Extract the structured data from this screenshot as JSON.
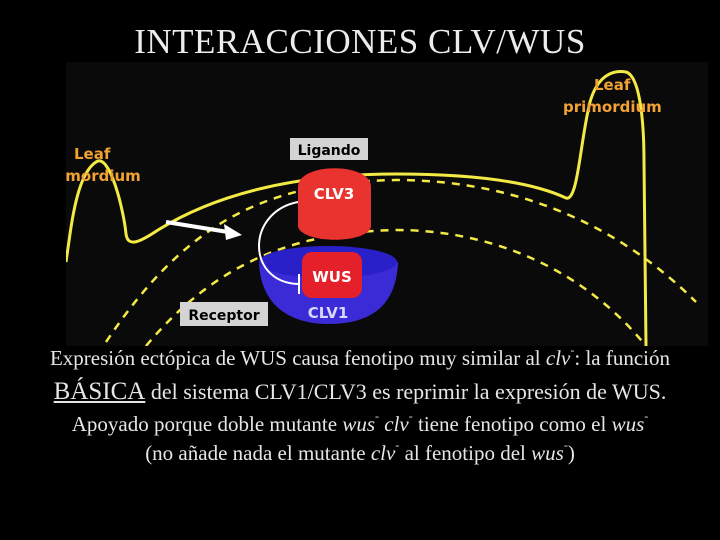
{
  "title": "INTERACCIONES CLV/WUS",
  "diagram": {
    "leaf_left_1": "Leaf",
    "leaf_left_2": "primordium",
    "leaf_right_1": "Leaf",
    "leaf_right_2": "primordium",
    "ligand_label": "Ligando",
    "receptor_label": "Receptor",
    "clv3": "CLV3",
    "wus": "WUS",
    "clv1": "CLV1",
    "colors": {
      "outline_yellow": "#f3ea46",
      "leaf_text_orange": "#f2a233",
      "clv3_red": "#e8332e",
      "wus_red": "#e4202a",
      "clv1_blue": "#3a2bd6",
      "label_box": "#d4d4d4"
    }
  },
  "text": {
    "line1_a": "Expresión ectópica de WUS causa fenotipo muy similar al ",
    "line1_clv": "clv",
    "line1_sup": "-",
    "line1_b": ": la función",
    "line2_basica": "BÁSICA",
    "line2_rest": " del sistema CLV1/CLV3 es reprimir la expresión de WUS.",
    "line3_a": "Apoyado porque doble mutante ",
    "line3_wus": "wus",
    "line3_sup1": "-",
    "line3_clv": " clv",
    "line3_sup2": "-",
    "line3_b": " tiene fenotipo como el ",
    "line3_wus2": "wus",
    "line3_sup3": "-",
    "line4_a": "(no añade nada el mutante ",
    "line4_clv": "clv",
    "line4_sup1": "-",
    "line4_b": " al fenotipo del ",
    "line4_wus": "wus",
    "line4_sup2": "-",
    "line4_c": ")"
  }
}
